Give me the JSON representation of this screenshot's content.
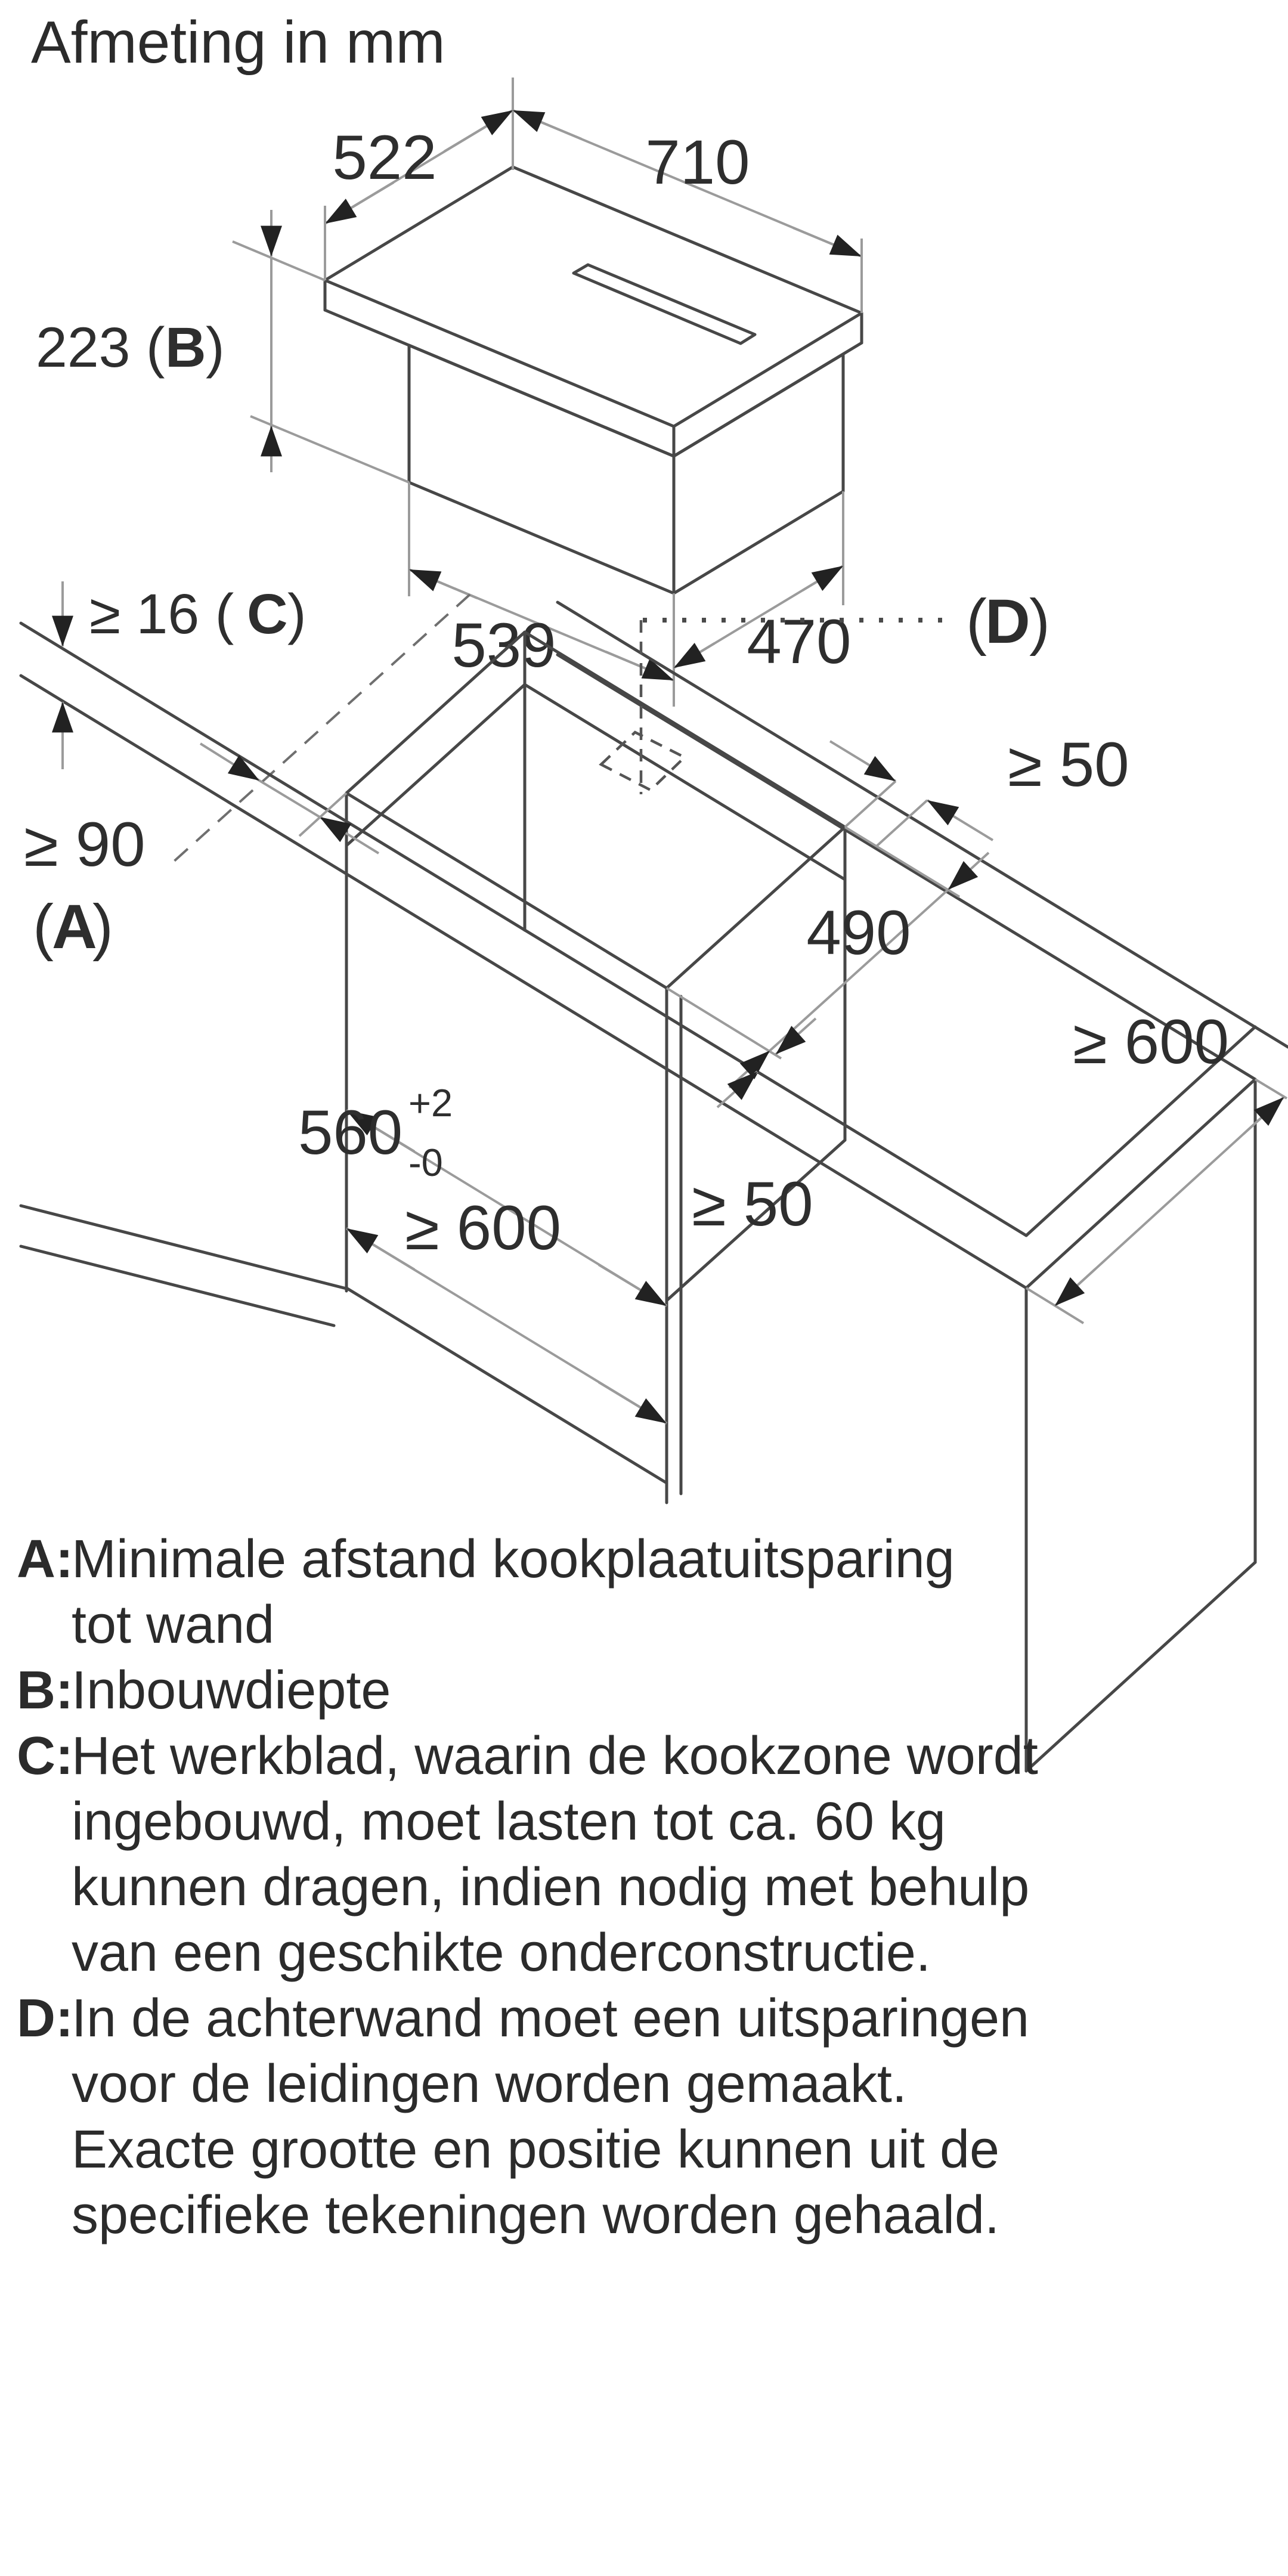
{
  "title": "Afmeting in mm",
  "labels": {
    "d522": "522",
    "d710": "710",
    "d223_pre": "223 (",
    "d223_letter": "B",
    "d223_post": ")",
    "d539": "539",
    "d470": "470",
    "c16_pre": "≥ 16 (",
    "c16_letter": "C",
    "c16_post": ")",
    "dD_pre": "(",
    "dD_letter": "D",
    "dD_post": ")",
    "a90": "≥ 90",
    "aA_pre": "(",
    "aA_letter": "A",
    "aA_post": ")",
    "d560": "560",
    "d560_tol_plus": "+2",
    "d560_tol_minus": "-0",
    "d490": "490",
    "ge50_right": "≥ 50",
    "ge50_front": "≥ 50",
    "ge600_right": "≥ 600",
    "ge600_bottom": "≥ 600"
  },
  "legend": {
    "a_letter": "A:",
    "a_line1": "Minimale afstand kookplaatuitsparing",
    "a_line2": "tot wand",
    "b_letter": "B:",
    "b_line1": "Inbouwdiepte",
    "c_letter": "C:",
    "c_line1": "Het werkblad, waarin de kookzone wordt",
    "c_line2": "ingebouwd, moet lasten tot ca. 60 kg",
    "c_line3": "kunnen dragen, indien nodig met behulp",
    "c_line4": "van een geschikte onderconstructie.",
    "d_letter": "D:",
    "d_line1": "In de achterwand moet een uitsparingen",
    "d_line2": "voor de leidingen worden gemaakt.",
    "d_line3": "Exacte grootte en positie kunnen uit de",
    "d_line4": "specifieke tekeningen worden gehaald."
  }
}
